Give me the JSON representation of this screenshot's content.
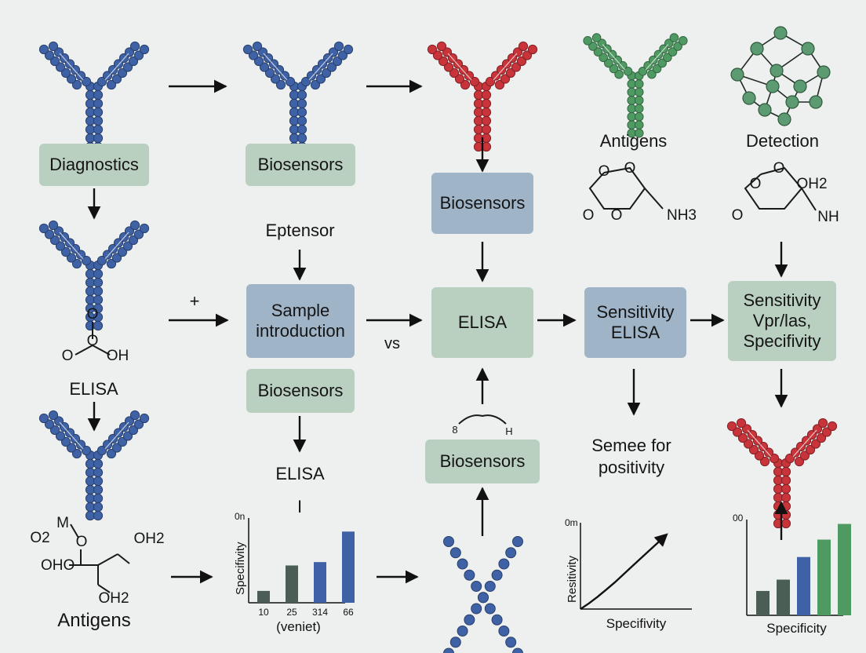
{
  "colors": {
    "antibody_blue": "#3f62a6",
    "antibody_red": "#c8343a",
    "antibody_green": "#4f9a63",
    "box_green": "#b9d0c0",
    "box_blue": "#9fb4c7"
  },
  "boxes": {
    "diagnostics": "Diagnostics",
    "biosensors_top": "Biosensors",
    "biosensors_mid": "Biosensors",
    "sample_intro": "Sample introduction",
    "biosensors_under_sample": "Biosensors",
    "elisa_center": "ELISA",
    "sensitivity_elisa": "Sensitivity ELISA",
    "sensitivity_spec": "Sensitivity Vpr/las, Specifivity",
    "biosensors_low": "Biosensors"
  },
  "labels": {
    "antigens_top": "Antigens",
    "detection": "Detection",
    "eptensor": "Eptensor",
    "plus": "+",
    "vs": "vs",
    "elisa_left": "ELISA",
    "elisa_mid": "ELISA",
    "bar_marker": "I",
    "semee": "Semee for positivity",
    "antigens_bottom": "Antigens"
  },
  "chem": {
    "top_mid_nh": "NH3",
    "top_mid_o1": "O",
    "top_mid_o2": "O",
    "top_mid_o3": "O",
    "top_mid_o4": "O",
    "top_right_o1": "O",
    "top_right_oh2": "OH2",
    "top_right_o3": "O",
    "top_right_o4": "O",
    "top_right_nh": "NH",
    "left_o1": "O",
    "left_o2": "O",
    "left_o3": "O",
    "left_oh": "OH",
    "small_8": "8",
    "small_h": "H",
    "bl_m": "M",
    "bl_o2": "O2",
    "bl_oh2a": "OH2",
    "bl_oho": "OHO",
    "bl_oh2b": "OH2",
    "bl_o": "O"
  },
  "chart_data": [
    {
      "type": "bar",
      "categories": [
        "10",
        "25",
        "314",
        "66"
      ],
      "values": [
        14,
        44,
        48,
        84
      ],
      "ylim": [
        0,
        100
      ],
      "ylabel": "Specifivity",
      "xlabel": "(veniet)",
      "y_top_tick": "0n",
      "colors": [
        "#4b5e55",
        "#4b5e55",
        "#3f62a6",
        "#3f62a6"
      ]
    },
    {
      "type": "line",
      "x": [
        0,
        1,
        2,
        3,
        4,
        5,
        6,
        7,
        8,
        9,
        10
      ],
      "y": [
        0,
        0.8,
        1.7,
        2.7,
        3.7,
        4.8,
        5.9,
        7.0,
        8.1,
        9.2,
        10.3
      ],
      "xlim": [
        0,
        13
      ],
      "ylim": [
        0,
        12
      ],
      "ylabel": "Resitivity",
      "xlabel": "Specifivity",
      "y_top_tick": "0m"
    },
    {
      "type": "bar",
      "categories": [
        "",
        "",
        "",
        "",
        ""
      ],
      "values": [
        28,
        41,
        67,
        87,
        105
      ],
      "ylim": [
        0,
        110
      ],
      "ylabel": "",
      "xlabel": "Specificity",
      "y_top_tick": "00",
      "colors": [
        "#4b5e55",
        "#4b5e55",
        "#3f62a6",
        "#4f9a63",
        "#4f9a63"
      ]
    }
  ]
}
